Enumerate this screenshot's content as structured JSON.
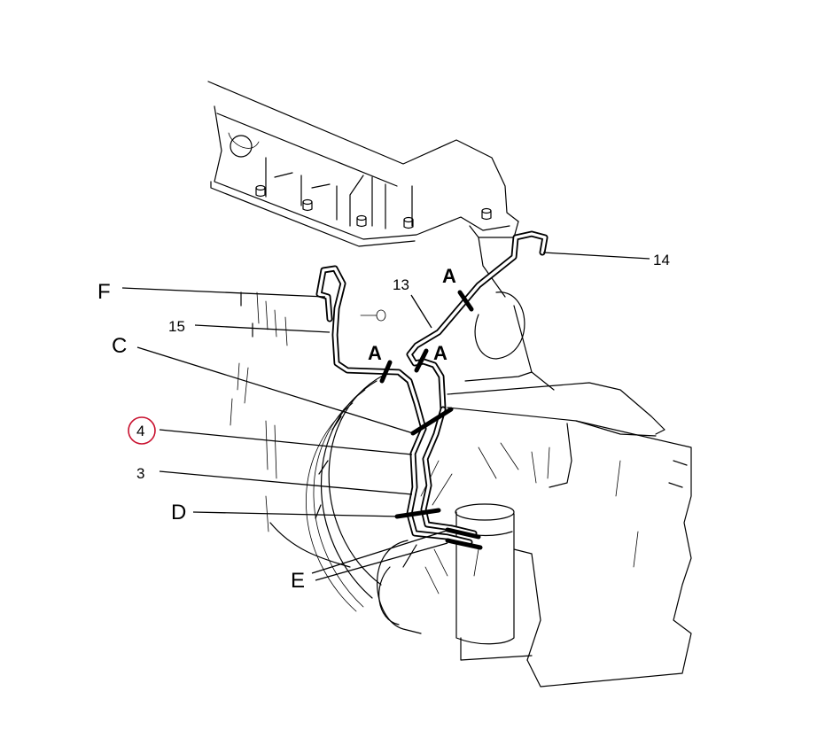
{
  "callouts": {
    "F": "F",
    "C": "C",
    "D": "D",
    "E": "E",
    "n3": "3",
    "n4": "4",
    "n13": "13",
    "n14": "14",
    "n15": "15",
    "clamp_a_1": "A",
    "clamp_a_2": "A",
    "clamp_a_3": "A"
  },
  "highlight": {
    "callout": "4",
    "color": "#c8102e"
  }
}
